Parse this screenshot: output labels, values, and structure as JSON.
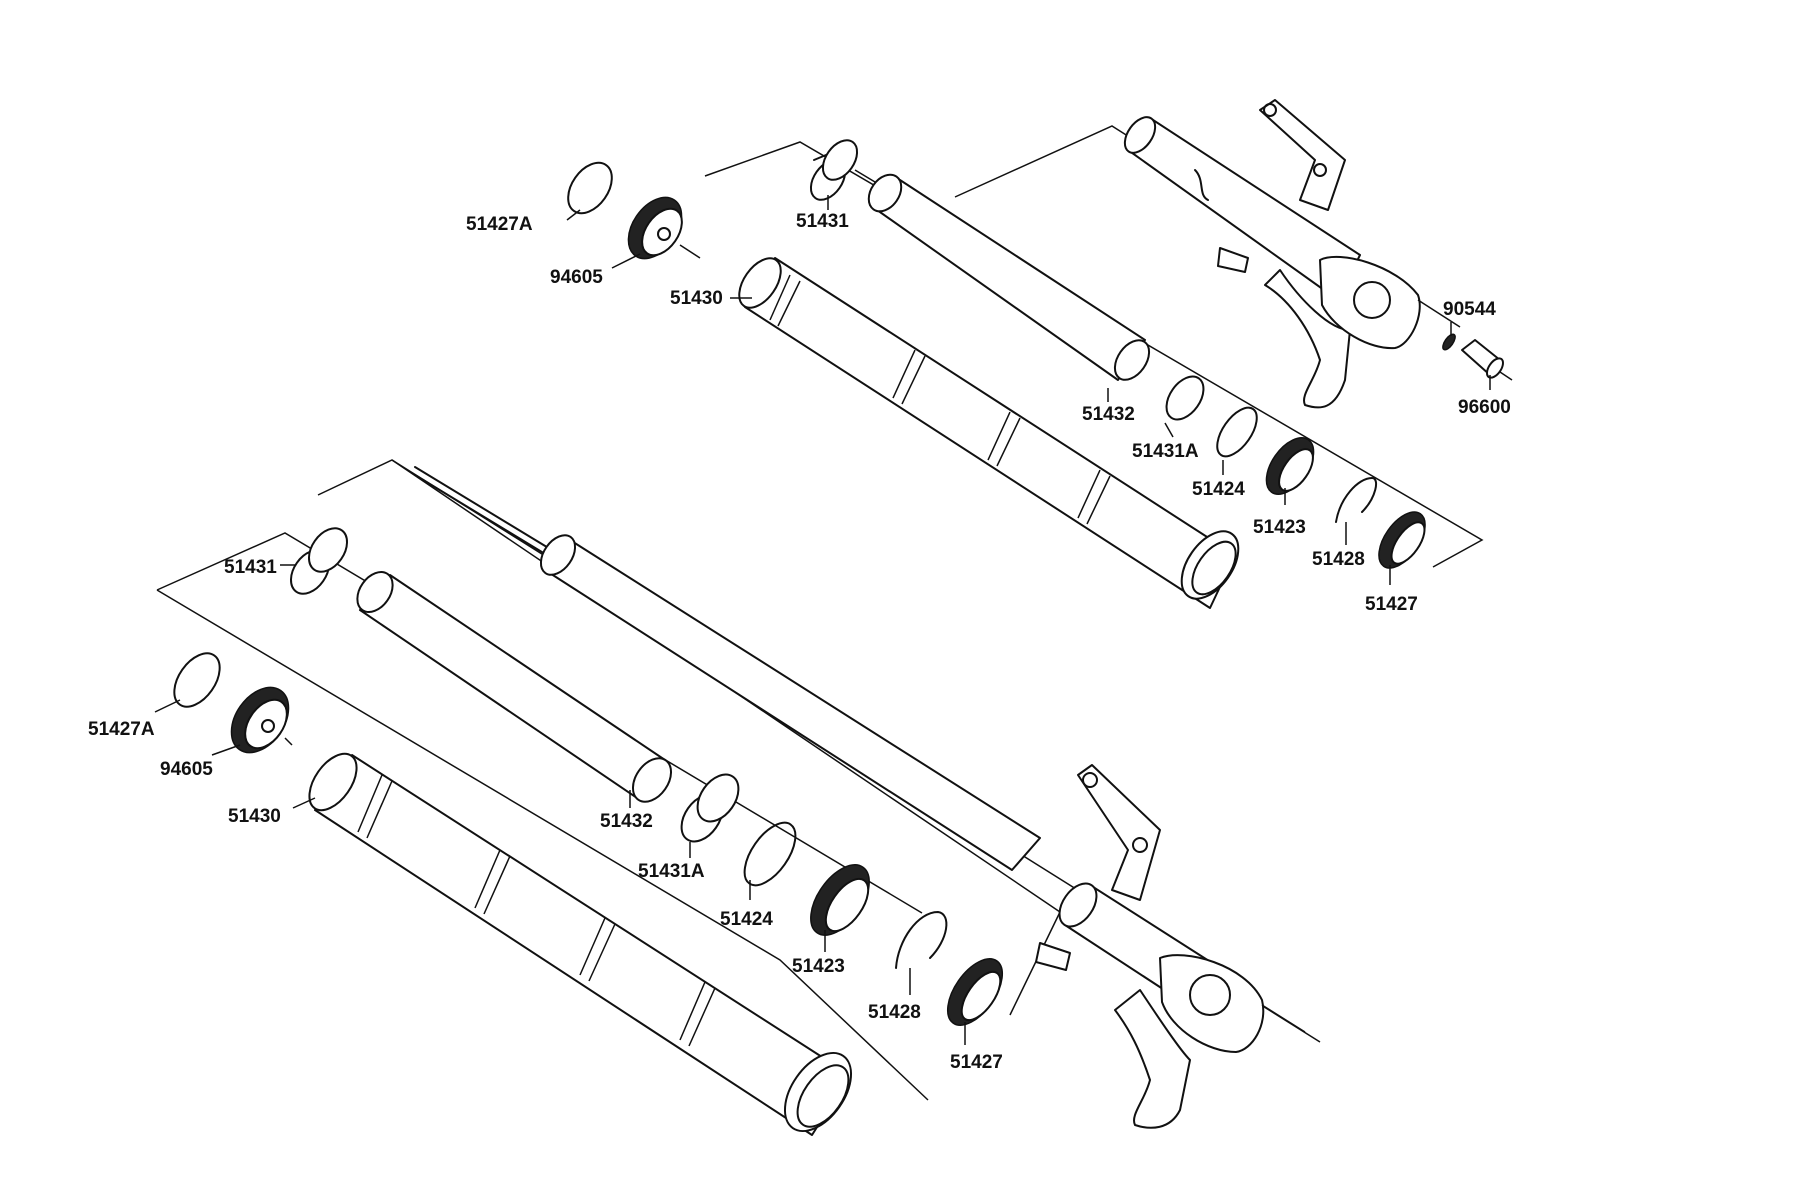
{
  "diagram": {
    "type": "exploded-parts-view",
    "upper_fork_labels": {
      "l1": "51427A",
      "l2": "94605",
      "l3": "51431",
      "l4": "51430",
      "l5": "51432",
      "l6": "51431A",
      "l7": "51424",
      "l8": "51423",
      "l9": "51428",
      "l10": "51427",
      "l11": "90544",
      "l12": "96600"
    },
    "lower_fork_labels": {
      "l1": "51431",
      "l2": "51427A",
      "l3": "94605",
      "l4": "51430",
      "l5": "51432",
      "l6": "51431A",
      "l7": "51424",
      "l8": "51423",
      "l9": "51428",
      "l10": "51427"
    }
  }
}
